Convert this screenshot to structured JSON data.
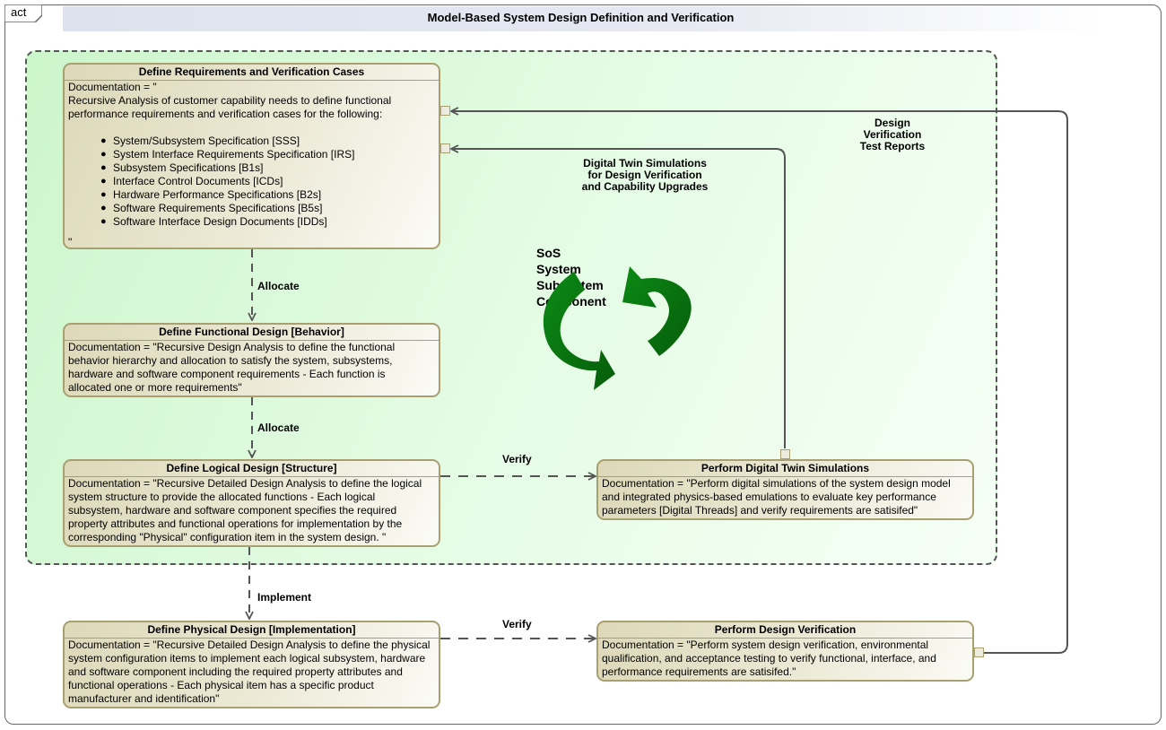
{
  "diagram": {
    "frame_kind": "act",
    "title": "Model-Based System Design Definition and Verification"
  },
  "levels": {
    "icon": "recycle-arrows-icon",
    "lines": [
      "SoS",
      "System",
      "Subsystem",
      "Component"
    ]
  },
  "actions": {
    "requirements": {
      "title": "Define Requirements and Verification Cases",
      "doc_intro": "Documentation = \"\nRecursive Analysis of customer capability needs to define functional\nperformance requirements and verification cases for the following:",
      "items": [
        "System/Subsystem Specification [SSS]",
        "System Interface Requirements Specification [IRS]",
        "Subsystem Specifications [B1s]",
        "Interface Control Documents [ICDs]",
        "Hardware Performance Specifications [B2s]",
        "Software Requirements Specifications [B5s]",
        "Software Interface Design Documents [IDDs]"
      ],
      "doc_close": "\""
    },
    "functional": {
      "title": "Define Functional Design [Behavior]",
      "doc": "Documentation = \"Recursive Design Analysis to define the functional\nbehavior hierarchy and allocation to satisfy the system, subsystems,\nhardware and software component requirements - Each function is\nallocated one or more requirements\""
    },
    "logical": {
      "title": "Define Logical Design [Structure]",
      "doc": "Documentation = \"Recursive Detailed Design Analysis to define the logical\nsystem structure to provide the allocated functions - Each logical\nsubsystem, hardware and software component specifies the required\nproperty attributes and functional operations for implementation by the\ncorresponding \"Physical\" configuration item in the system design. \""
    },
    "digital_twin": {
      "title": "Perform Digital Twin Simulations",
      "doc": "Documentation = \"Perform digital simulations of the system design model\nand integrated physics-based emulations to evaluate key performance\nparameters [Digital Threads] and verify requirements are satisifed\""
    },
    "physical": {
      "title": "Define Physical Design [Implementation]",
      "doc": "Documentation = \"Recursive Detailed Design Analysis to define the physical\nsystem configuration items to implement each logical subsystem, hardware\nand software component including the required property attributes and\nfunctional operations - Each physical item has a specific product\nmanufacturer and identification\""
    },
    "verification": {
      "title": "Perform Design Verification",
      "doc": "Documentation = \"Perform system design verification, environmental\nqualification, and acceptance testing to verify functional, interface, and\nperformance requirements are satisifed.\""
    }
  },
  "edges": {
    "allocate_1": "Allocate",
    "allocate_2": "Allocate",
    "implement": "Implement",
    "verify_logical": "Verify",
    "verify_physical": "Verify",
    "digital_twin_feedback": "Digital Twin Simulations\nfor Design Verification\nand Capability Upgrades",
    "verification_feedback": "Design\nVerification\nTest Reports"
  },
  "colors": {
    "region_fill": "#d6f8d6",
    "action_fill": "#e6e2c8",
    "action_border": "#a8a070",
    "arrow_green": "#0a7a10",
    "line": "#555555"
  }
}
